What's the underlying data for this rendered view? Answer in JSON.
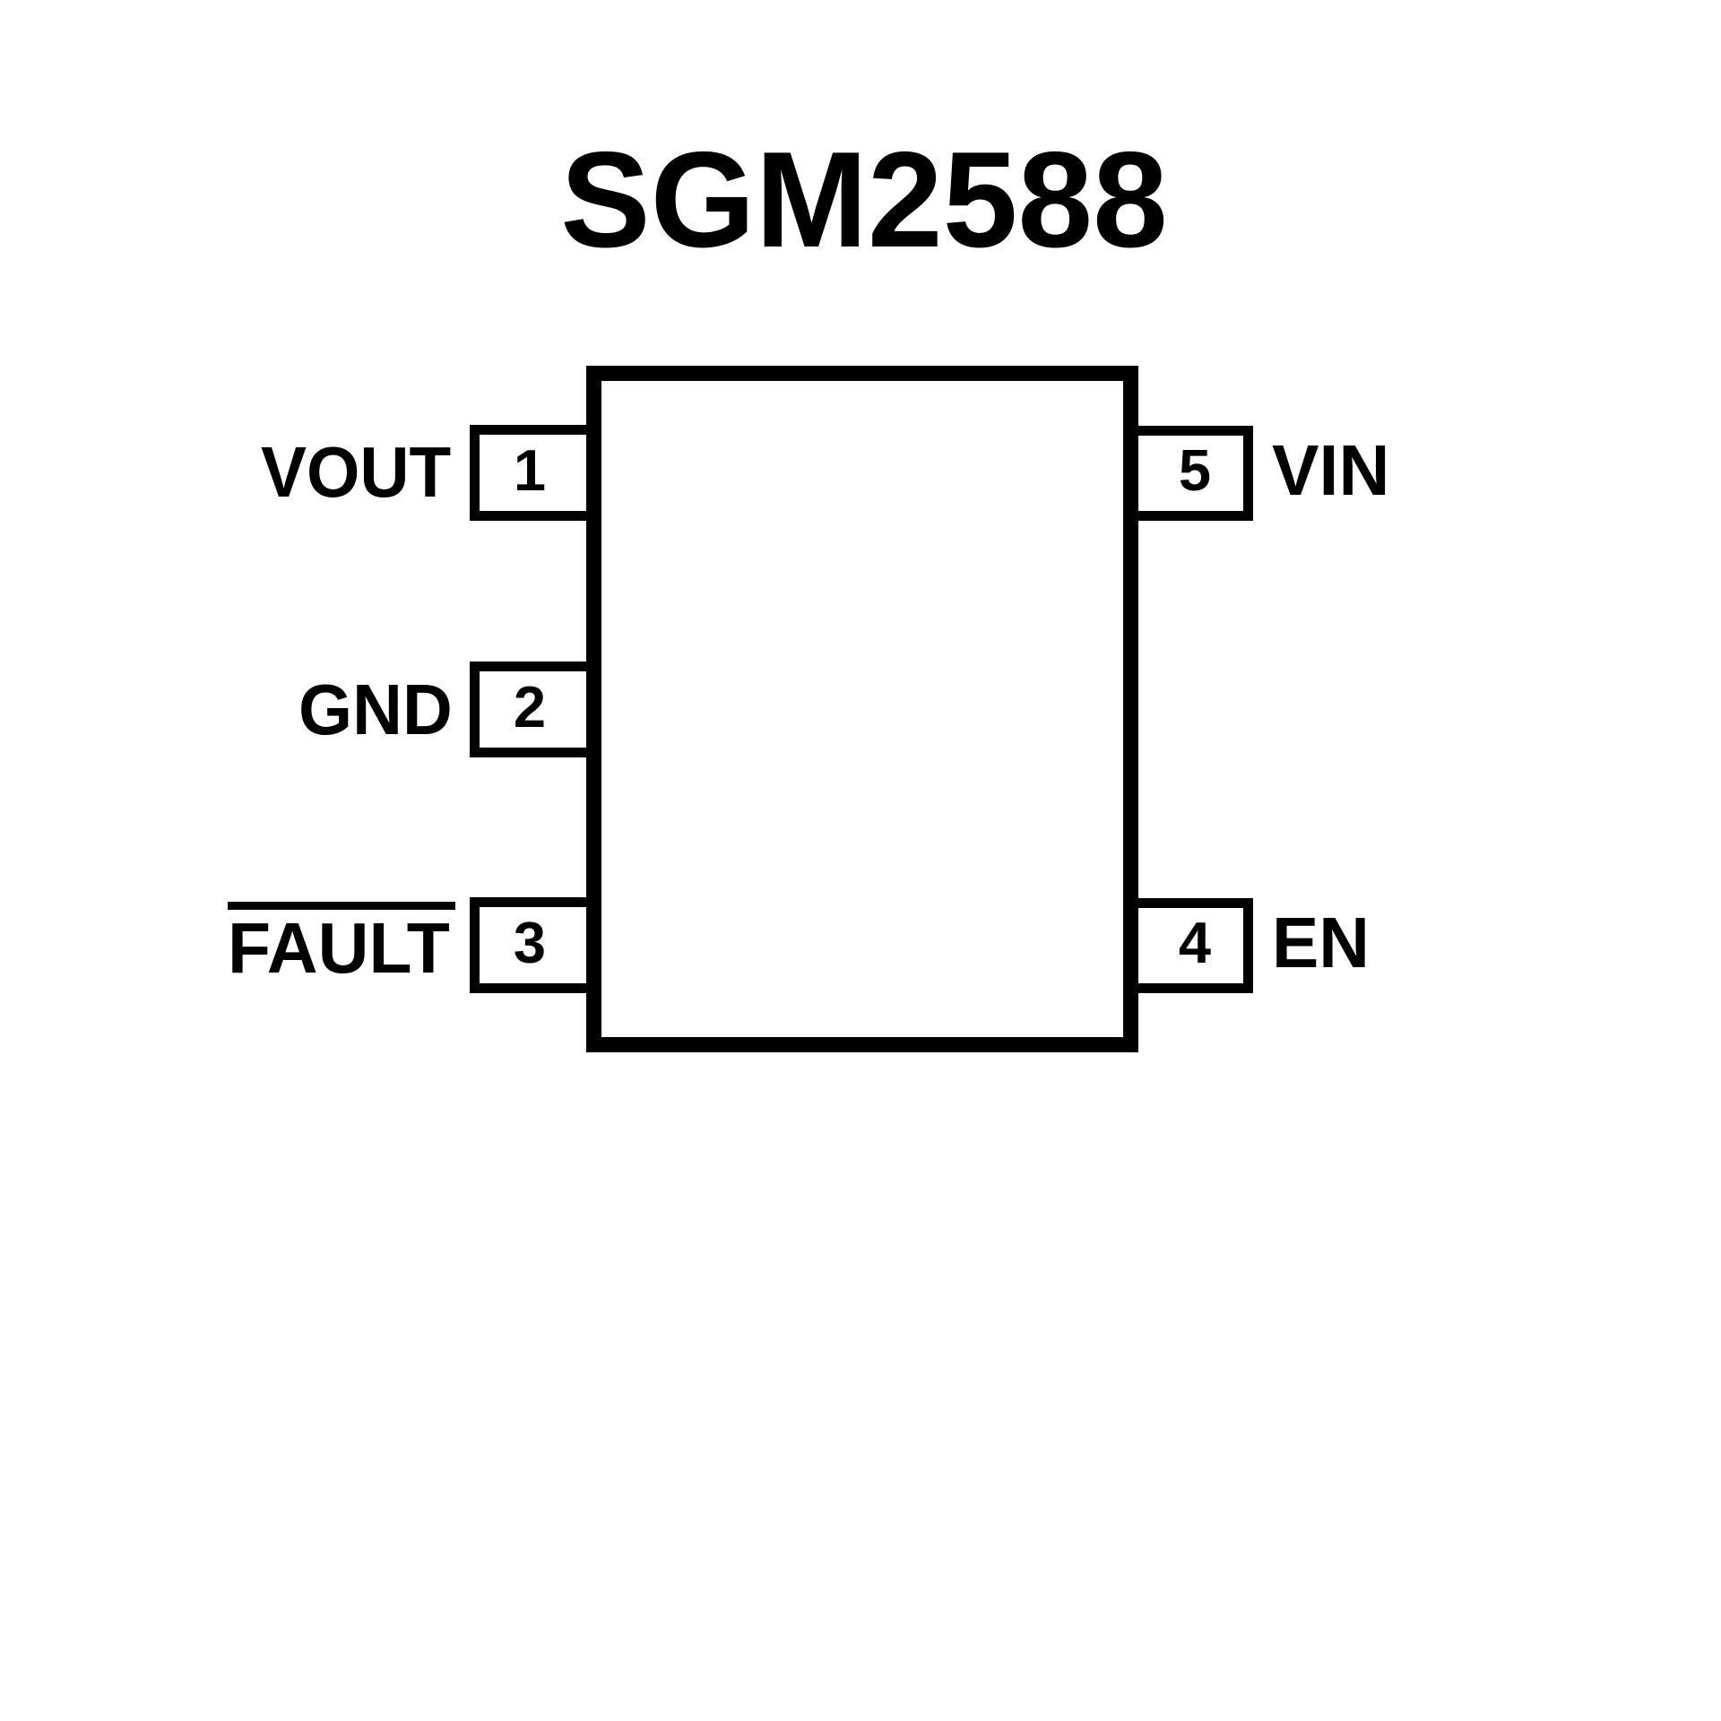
{
  "title": "SGM2588",
  "chip": {
    "pins": [
      {
        "number": "1",
        "label": "VOUT",
        "side": "left",
        "overline": false
      },
      {
        "number": "2",
        "label": "GND",
        "side": "left",
        "overline": false
      },
      {
        "number": "3",
        "label": "FAULT",
        "side": "left",
        "overline": true
      },
      {
        "number": "4",
        "label": "EN",
        "side": "right",
        "overline": false
      },
      {
        "number": "5",
        "label": "VIN",
        "side": "right",
        "overline": false
      }
    ]
  },
  "colors": {
    "ink": "#000000",
    "background": "#ffffff"
  }
}
